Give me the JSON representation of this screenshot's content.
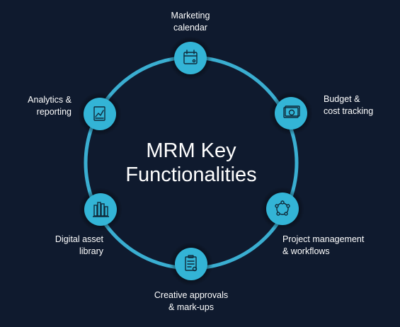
{
  "center": {
    "line1": "MRM Key",
    "line2": "Functionalities"
  },
  "colors": {
    "background": "#0f1a2e",
    "ring": "#3aaed1",
    "node_fill": "#33b4d6",
    "node_shadow": "#0a1322",
    "icon_stroke": "#0f2a3a"
  },
  "nodes": [
    {
      "icon": "calendar-icon",
      "lines": [
        "Marketing",
        "calendar"
      ]
    },
    {
      "icon": "money-icon",
      "lines": [
        "Budget &",
        "cost tracking"
      ]
    },
    {
      "icon": "workflow-icon",
      "lines": [
        "Project management",
        "& workflows"
      ]
    },
    {
      "icon": "checklist-icon",
      "lines": [
        "Creative approvals",
        "& mark-ups"
      ]
    },
    {
      "icon": "library-icon",
      "lines": [
        "Digital asset",
        "library"
      ]
    },
    {
      "icon": "report-chart-icon",
      "lines": [
        "Analytics &",
        "reporting"
      ]
    }
  ]
}
